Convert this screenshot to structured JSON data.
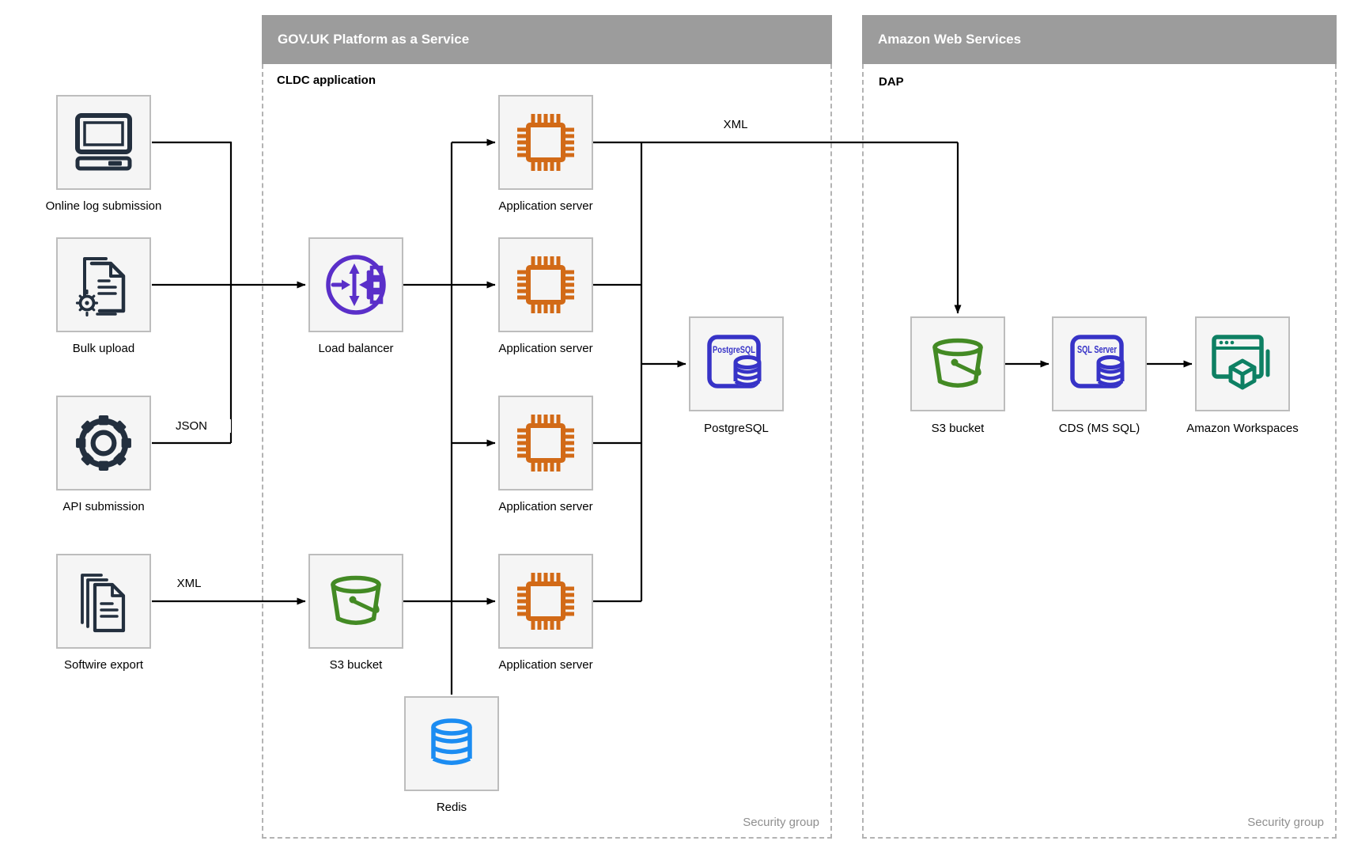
{
  "paas": {
    "title": "GOV.UK Platform as a Service",
    "sublabel": "CLDC application",
    "footer": "Security group"
  },
  "aws": {
    "title": "Amazon Web Services",
    "sublabel": "DAP",
    "footer": "Security group"
  },
  "nodes": {
    "online_log": {
      "label": "Online log submission",
      "icon": "computer-icon"
    },
    "bulk_upload": {
      "label": "Bulk upload",
      "icon": "documents-gear-icon"
    },
    "api_submission": {
      "label": "API submission",
      "icon": "gear-icon"
    },
    "softwire_export": {
      "label": "Softwire export",
      "icon": "documents-stack-icon"
    },
    "load_balancer": {
      "label": "Load balancer",
      "icon": "load-balancer-icon"
    },
    "s3_bucket_paas": {
      "label": "S3 bucket",
      "icon": "bucket-icon"
    },
    "app_server": {
      "label": "Application server",
      "icon": "chip-icon"
    },
    "postgresql": {
      "label": "PostgreSQL",
      "badge": "PostgreSQL",
      "icon": "postgresql-database-icon"
    },
    "redis": {
      "label": "Redis",
      "icon": "database-cylinder-icon"
    },
    "s3_bucket_aws": {
      "label": "S3 bucket",
      "icon": "bucket-icon"
    },
    "cds": {
      "label": "CDS (MS SQL)",
      "badge": "SQL Server",
      "icon": "sql-server-database-icon"
    },
    "workspaces": {
      "label": "Amazon Workspaces",
      "icon": "workspaces-icon"
    }
  },
  "edge_labels": {
    "json": "JSON",
    "xml_softwire": "XML",
    "xml_to_aws": "XML"
  },
  "colors": {
    "header_bg": "#9C9C9C",
    "header_text": "#FFFFFF",
    "node_fill": "#F5F5F5",
    "node_border": "#BDBDBD",
    "dashed_border": "#B3B3B3",
    "dark_navy": "#232F3E",
    "orange": "#D26A17",
    "purple": "#5A2FC9",
    "green": "#438A24",
    "indigo": "#3733C7",
    "blue": "#1B8CF2",
    "teal": "#0E8063",
    "line": "#000000",
    "muted_text": "#8F8F8F"
  }
}
